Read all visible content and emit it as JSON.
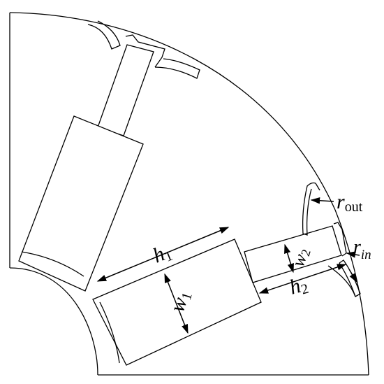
{
  "labels": {
    "h1": {
      "main": "h",
      "sub": "1"
    },
    "h2": {
      "main": "h",
      "sub": "2"
    },
    "w1": {
      "main": "w",
      "sub": "1"
    },
    "w2": {
      "main": "w",
      "sub": "2"
    },
    "rout": {
      "main": "r",
      "sub": "out"
    },
    "rin": {
      "main": "r",
      "sub": "in"
    }
  },
  "colors": {
    "stroke": "#000000",
    "background": "#ffffff"
  }
}
